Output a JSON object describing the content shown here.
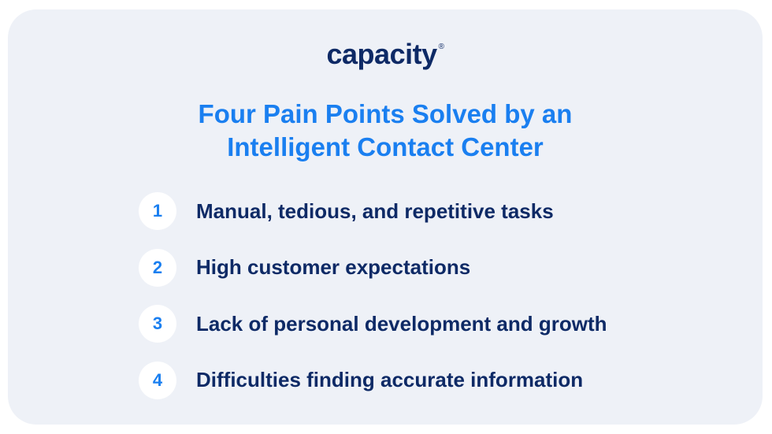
{
  "brand": {
    "logo_text": "capacity",
    "registered_mark": "®"
  },
  "title": {
    "line1": "Four Pain Points Solved by an",
    "line2": "Intelligent Contact Center"
  },
  "colors": {
    "navy": "#0e2a66",
    "blue": "#1a7ff0",
    "card_bg": "#eef1f7"
  },
  "items": [
    {
      "number": "1",
      "label": "Manual, tedious, and repetitive tasks"
    },
    {
      "number": "2",
      "label": "High customer expectations"
    },
    {
      "number": "3",
      "label": "Lack of personal development and growth"
    },
    {
      "number": "4",
      "label": "Difficulties finding accurate information"
    }
  ]
}
